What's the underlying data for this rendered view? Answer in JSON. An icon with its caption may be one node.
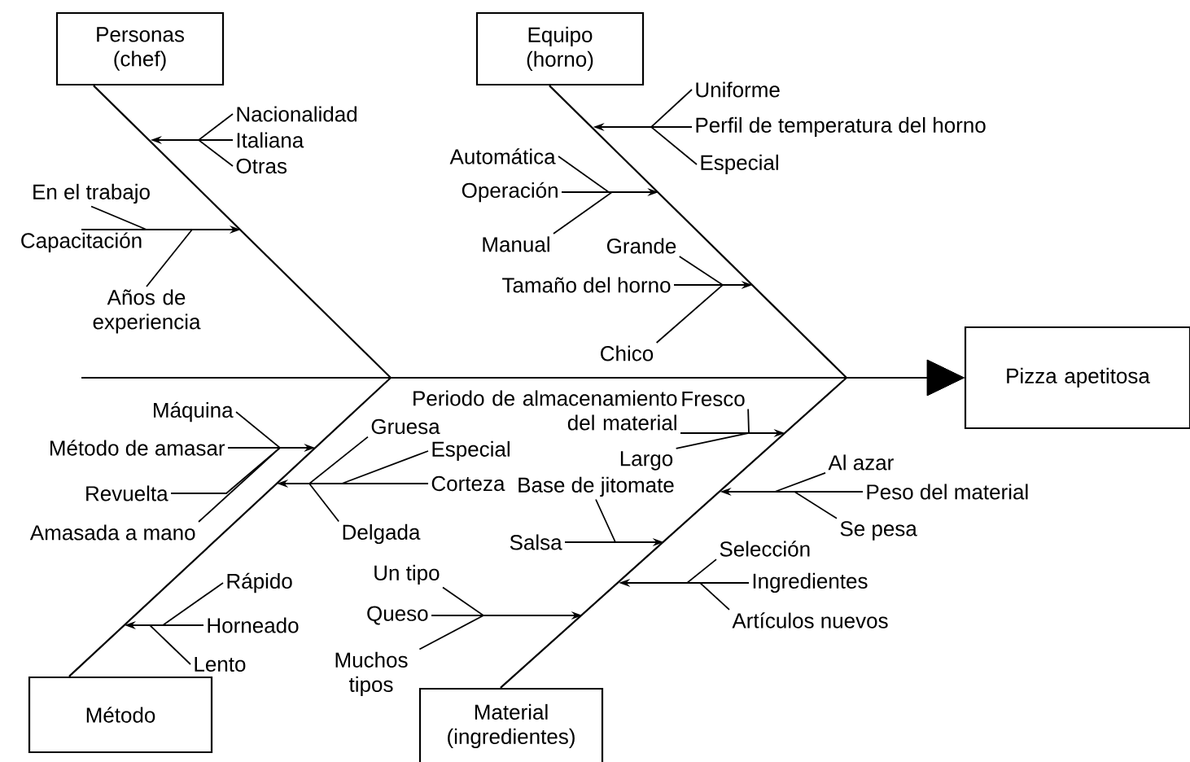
{
  "diagram": {
    "nodes": [
      {
        "text": [
          "Personas (chef)"
        ]
      },
      {
        "text": [
          "Equipo (horno)"
        ]
      },
      {
        "text": [
          "Pizza apetitosa"
        ]
      },
      {
        "text": [
          "Método"
        ]
      },
      {
        "text": [
          "Material (ingredientes)"
        ]
      },
      {
        "text": [
          "Nacionalidad"
        ]
      },
      {
        "text": [
          "Italiana"
        ]
      },
      {
        "text": [
          "Otras"
        ]
      },
      {
        "text": [
          "En el trabajo"
        ]
      },
      {
        "text": [
          "Capacitación"
        ]
      },
      {
        "text": [
          "Años de experiencia"
        ]
      },
      {
        "text": [
          "Uniforme"
        ]
      },
      {
        "text": [
          "Perfil de temperatura del horno"
        ]
      },
      {
        "text": [
          "Especial"
        ]
      },
      {
        "text": [
          "Automática"
        ]
      },
      {
        "text": [
          "Operación"
        ]
      },
      {
        "text": [
          "Manual"
        ]
      },
      {
        "text": [
          "Grande"
        ]
      },
      {
        "text": [
          "Tamaño del horno"
        ]
      },
      {
        "text": [
          "Chico"
        ]
      },
      {
        "text": [
          "Máquina"
        ]
      },
      {
        "text": [
          "Método de amasar"
        ]
      },
      {
        "text": [
          "Revuelta"
        ]
      },
      {
        "text": [
          "Amasada a mano"
        ]
      },
      {
        "text": [
          "Gruesa"
        ]
      },
      {
        "text": [
          "Especial"
        ]
      },
      {
        "text": [
          "Corteza"
        ]
      },
      {
        "text": [
          "Delgada"
        ]
      },
      {
        "text": [
          "Rápido"
        ]
      },
      {
        "text": [
          "Horneado"
        ]
      },
      {
        "text": [
          "Lento"
        ]
      },
      {
        "text": [
          "Periodo de almacenamiento del material"
        ]
      },
      {
        "text": [
          "Fresco"
        ]
      },
      {
        "text": [
          "Largo"
        ]
      },
      {
        "text": [
          "Base de jitomate"
        ]
      },
      {
        "text": [
          "Salsa"
        ]
      },
      {
        "text": [
          "Al azar"
        ]
      },
      {
        "text": [
          "Peso del material"
        ]
      },
      {
        "text": [
          "Se pesa"
        ]
      },
      {
        "text": [
          "Selección"
        ]
      },
      {
        "text": [
          "Ingredientes"
        ]
      },
      {
        "text": [
          "Artículos nuevos"
        ]
      },
      {
        "text": [
          "Un tipo"
        ]
      },
      {
        "text": [
          "Queso"
        ]
      },
      {
        "text": [
          "Muchos tipos"
        ]
      }
    ],
    "edges": [
      {
        "from": null,
        "to": 2,
        "arrow": "to"
      },
      {
        "from": 0,
        "to": 2,
        "arrow": "to"
      },
      {
        "from": 1,
        "to": 2,
        "arrow": "to"
      },
      {
        "from": 3,
        "to": 2,
        "arrow": "to"
      },
      {
        "from": 4,
        "to": 2,
        "arrow": "to"
      },
      {
        "from": 5,
        "to": 6,
        "arrow": "none"
      },
      {
        "from": 6,
        "to": null,
        "arrow": "to"
      },
      {
        "from": 7,
        "to": 6,
        "arrow": "none"
      },
      {
        "from": 8,
        "to": 9,
        "arrow": "none"
      },
      {
        "from": 9,
        "to": null,
        "arrow": "to"
      },
      {
        "from": 10,
        "to": 9,
        "arrow": "none"
      },
      {
        "from": 11,
        "to": 12,
        "arrow": "none"
      },
      {
        "from": 12,
        "to": null,
        "arrow": "to"
      },
      {
        "from": 13,
        "to": 12,
        "arrow": "none"
      },
      {
        "from": 14,
        "to": 15,
        "arrow": "none"
      },
      {
        "from": 15,
        "to": null,
        "arrow": "to"
      },
      {
        "from": 16,
        "to": 15,
        "arrow": "none"
      },
      {
        "from": 17,
        "to": 18,
        "arrow": "none"
      },
      {
        "from": 18,
        "to": null,
        "arrow": "to"
      },
      {
        "from": 19,
        "to": 18,
        "arrow": "none"
      },
      {
        "from": 20,
        "to": 21,
        "arrow": "none"
      },
      {
        "from": 21,
        "to": null,
        "arrow": "to"
      },
      {
        "from": 22,
        "to": 21,
        "arrow": "none"
      },
      {
        "from": 23,
        "to": 21,
        "arrow": "none"
      },
      {
        "from": 24,
        "to": 26,
        "arrow": "none"
      },
      {
        "from": 25,
        "to": 26,
        "arrow": "none"
      },
      {
        "from": 26,
        "to": null,
        "arrow": "to"
      },
      {
        "from": 27,
        "to": 26,
        "arrow": "none"
      },
      {
        "from": 28,
        "to": 29,
        "arrow": "none"
      },
      {
        "from": 29,
        "to": null,
        "arrow": "to"
      },
      {
        "from": 30,
        "to": 29,
        "arrow": "none"
      },
      {
        "from": 31,
        "to": null,
        "arrow": "to"
      },
      {
        "from": 32,
        "to": 31,
        "arrow": "none"
      },
      {
        "from": 33,
        "to": 31,
        "arrow": "none"
      },
      {
        "from": 34,
        "to": 35,
        "arrow": "none"
      },
      {
        "from": 35,
        "to": null,
        "arrow": "to"
      },
      {
        "from": 36,
        "to": 37,
        "arrow": "none"
      },
      {
        "from": 37,
        "to": null,
        "arrow": "to"
      },
      {
        "from": 38,
        "to": 37,
        "arrow": "none"
      },
      {
        "from": 39,
        "to": 40,
        "arrow": "none"
      },
      {
        "from": 40,
        "to": null,
        "arrow": "to"
      },
      {
        "from": 41,
        "to": 40,
        "arrow": "none"
      },
      {
        "from": 42,
        "to": 43,
        "arrow": "none"
      },
      {
        "from": 43,
        "to": null,
        "arrow": "to"
      },
      {
        "from": 44,
        "to": 43,
        "arrow": "none"
      }
    ]
  }
}
